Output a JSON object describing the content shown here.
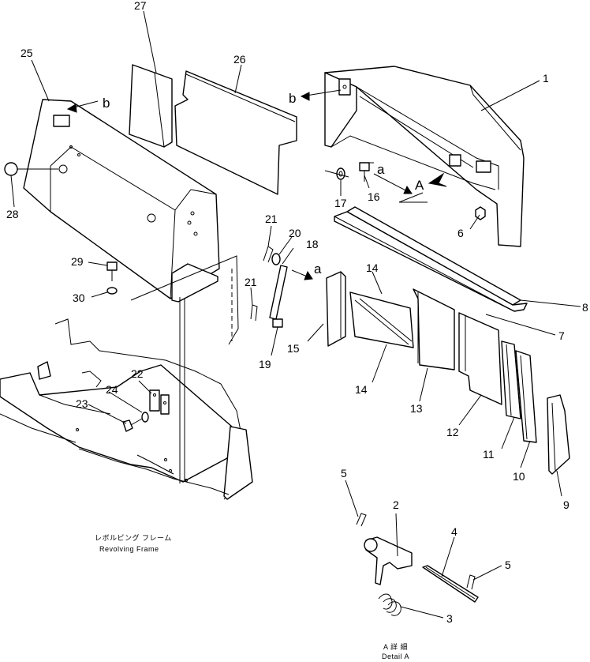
{
  "callouts": {
    "c1": "1",
    "c2": "2",
    "c3": "3",
    "c4": "4",
    "c5a": "5",
    "c5b": "5",
    "c6": "6",
    "c7": "7",
    "c8": "8",
    "c9": "9",
    "c10": "10",
    "c11": "11",
    "c12": "12",
    "c13": "13",
    "c14a": "14",
    "c14b": "14",
    "c15": "15",
    "c16": "16",
    "c17": "17",
    "c18": "18",
    "c19": "19",
    "c20": "20",
    "c21a": "21",
    "c21b": "21",
    "c22": "22",
    "c23": "23",
    "c24": "24",
    "c25": "25",
    "c26": "26",
    "c27": "27",
    "c28": "28",
    "c29": "29",
    "c30": "30"
  },
  "view_letters": {
    "a_left": "a",
    "a_right": "a",
    "b_left": "b",
    "b_right": "b",
    "big_a": "A"
  },
  "frame_caption": {
    "japanese": "レボルビング フレーム",
    "english": "Revolving Frame"
  },
  "detail_caption": {
    "japanese": "A 詳 細",
    "english": "Detail A"
  }
}
